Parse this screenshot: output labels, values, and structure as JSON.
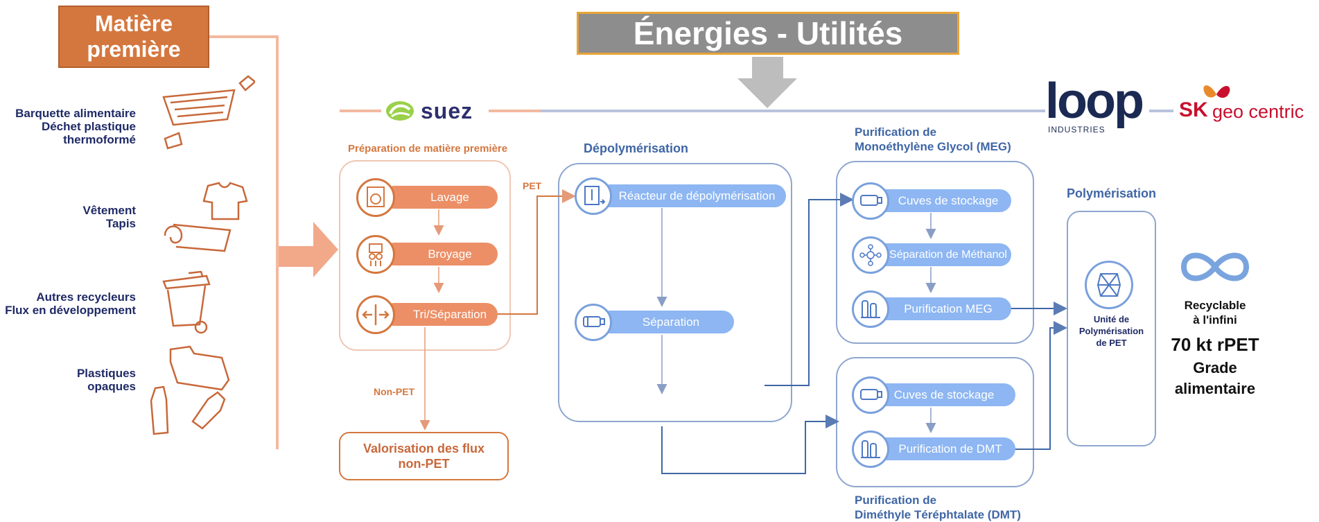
{
  "header": {
    "matiere_premiere": "Matière première",
    "energies": "Énergies - Utilités"
  },
  "logos": {
    "suez": "suez",
    "loop": "loop",
    "loop_sub": "INDUSTRIES",
    "sk": "SK",
    "sk_sub": "geo centric"
  },
  "feedstock": [
    {
      "line1": "Barquette alimentaire",
      "line2": "Déchet plastique",
      "line3": "thermoformé",
      "icon": "food-tray-icon"
    },
    {
      "line1": "Vêtement",
      "line2": "Tapis",
      "line3": "",
      "icon": "clothing-carpet-icon"
    },
    {
      "line1": "Autres recycleurs",
      "line2": "Flux en développement",
      "line3": "",
      "icon": "recycling-bin-icon"
    },
    {
      "line1": "Plastiques",
      "line2": "opaques",
      "line3": "",
      "icon": "opaque-bottles-icon"
    }
  ],
  "preparation": {
    "title": "Préparation de matière première",
    "steps": [
      {
        "label": "Lavage",
        "icon": "washing-machine-icon"
      },
      {
        "label": "Broyage",
        "icon": "shredder-icon"
      },
      {
        "label": "Tri/Séparation",
        "icon": "sorting-icon"
      }
    ],
    "pet_label": "PET",
    "non_pet_label": "Non-PET",
    "valorisation": "Valorisation des flux non-PET"
  },
  "depolymerisation": {
    "title": "Dépolymérisation",
    "steps": [
      {
        "label": "Réacteur de dépolymérisation",
        "icon": "reactor-icon"
      },
      {
        "label": "Séparation",
        "icon": "separator-icon"
      }
    ]
  },
  "meg": {
    "title_line1": "Purification de",
    "title_line2": "Monoéthylène Glycol (MEG)",
    "steps": [
      {
        "label": "Cuves de stockage",
        "icon": "storage-tank-icon"
      },
      {
        "label": "Séparation de Méthanol",
        "icon": "molecule-icon"
      },
      {
        "label": "Purification MEG",
        "icon": "purification-column-icon"
      }
    ]
  },
  "dmt": {
    "title_line1": "Purification de",
    "title_line2": "Diméthyle Téréphtalate (DMT)",
    "steps": [
      {
        "label": "Cuves de stockage",
        "icon": "storage-tank-icon"
      },
      {
        "label": "Purification de DMT",
        "icon": "purification-column-icon"
      }
    ]
  },
  "polymerisation": {
    "title": "Polymérisation",
    "unit_line1": "Unité de",
    "unit_line2": "Polymérisation",
    "unit_line3": "de PET",
    "icon": "network-icon"
  },
  "output": {
    "line1": "Recyclable",
    "line2": "à l'infini",
    "capacity": "70 kt rPET",
    "grade1": "Grade",
    "grade2": "alimentaire",
    "icon": "infinity-icon"
  },
  "colors": {
    "orange": "#d4773f",
    "orange_light": "#ec8f66",
    "blue": "#3f66a6",
    "blue_light": "#8db6f2",
    "navy": "#1f2a66"
  }
}
